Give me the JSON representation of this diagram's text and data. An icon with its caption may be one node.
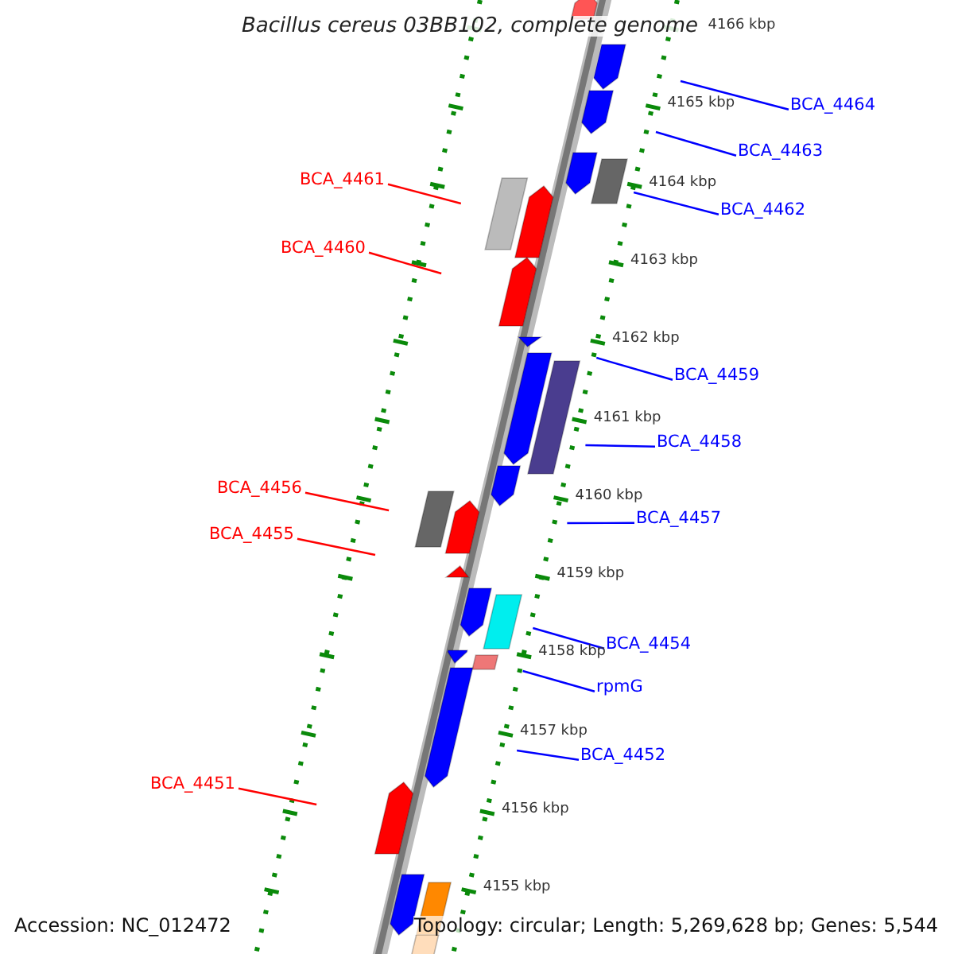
{
  "diagram": {
    "title": "Bacillus cereus 03BB102, complete genome",
    "nodes": [
      {
        "text": [
          "BCA_4464"
        ]
      },
      {
        "text": [
          "BCA_4463"
        ]
      },
      {
        "text": [
          "BCA_4461"
        ]
      },
      {
        "text": [
          "BCA_4462"
        ]
      },
      {
        "text": [
          "BCA_4460"
        ]
      },
      {
        "text": [
          "BCA_4459"
        ]
      },
      {
        "text": [
          "BCA_4458"
        ]
      },
      {
        "text": [
          "BCA_4456"
        ]
      },
      {
        "text": [
          "BCA_4457"
        ]
      },
      {
        "text": [
          "BCA_4455"
        ]
      },
      {
        "text": [
          "BCA_4454"
        ]
      },
      {
        "text": [
          "rpmG"
        ]
      },
      {
        "text": [
          "BCA_4452"
        ]
      },
      {
        "text": [
          "BCA_4451"
        ]
      }
    ],
    "edges": [
      {
        "from": 0,
        "to": null,
        "arrow": "none"
      },
      {
        "from": 1,
        "to": null,
        "arrow": "none"
      },
      {
        "from": 2,
        "to": null,
        "arrow": "none",
        "color": "#ff0000"
      },
      {
        "from": 3,
        "to": null,
        "arrow": "none"
      },
      {
        "from": 4,
        "to": null,
        "arrow": "none",
        "color": "#ff0000"
      },
      {
        "from": 5,
        "to": null,
        "arrow": "none"
      },
      {
        "from": 6,
        "to": null,
        "arrow": "none"
      },
      {
        "from": 7,
        "to": null,
        "arrow": "none",
        "color": "#ff0000"
      },
      {
        "from": 8,
        "to": null,
        "arrow": "none"
      },
      {
        "from": 9,
        "to": null,
        "arrow": "none",
        "color": "#ff0000"
      },
      {
        "from": 10,
        "to": null,
        "arrow": "none"
      },
      {
        "from": 11,
        "to": null,
        "arrow": "none"
      },
      {
        "from": 12,
        "to": null,
        "arrow": "none"
      },
      {
        "from": 13,
        "to": null,
        "arrow": "none",
        "color": "#ff0000"
      }
    ],
    "labels": [
      "4166 kbp",
      "4165 kbp",
      "4164 kbp",
      "4163 kbp",
      "4162 kbp",
      "4161 kbp",
      "4160 kbp",
      "4159 kbp",
      "4158 kbp",
      "4157 kbp",
      "4156 kbp",
      "4155 kbp",
      "Accession: NC_012472",
      "Topology: circular; Length: 5,269,628 bp; Genes: 5,544"
    ]
  }
}
